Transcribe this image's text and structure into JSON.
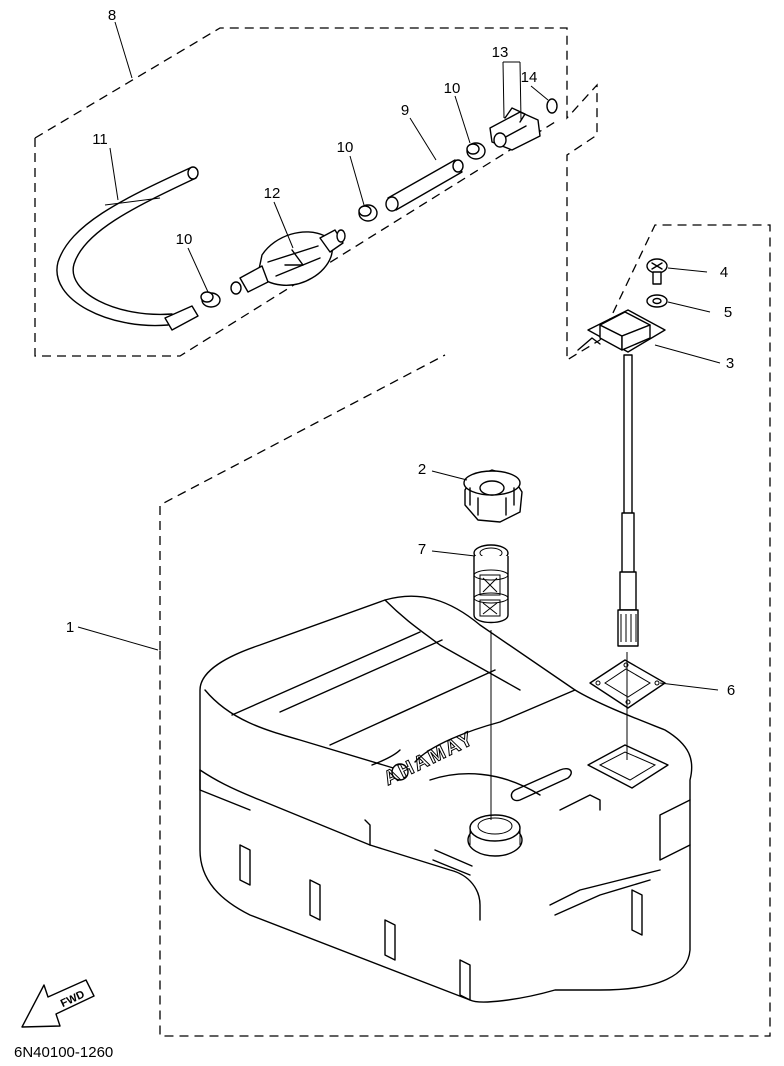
{
  "callouts": {
    "c1": "1",
    "c2": "2",
    "c3": "3",
    "c4": "4",
    "c5": "5",
    "c6": "6",
    "c7": "7",
    "c8": "8",
    "c9": "9",
    "c10a": "10",
    "c10b": "10",
    "c10c": "10",
    "c11": "11",
    "c12": "12",
    "c13": "13",
    "c14": "14"
  },
  "tank_brand": "YAMAHA",
  "direction_label": "FWD",
  "diagram_code": "6N40100-1260"
}
